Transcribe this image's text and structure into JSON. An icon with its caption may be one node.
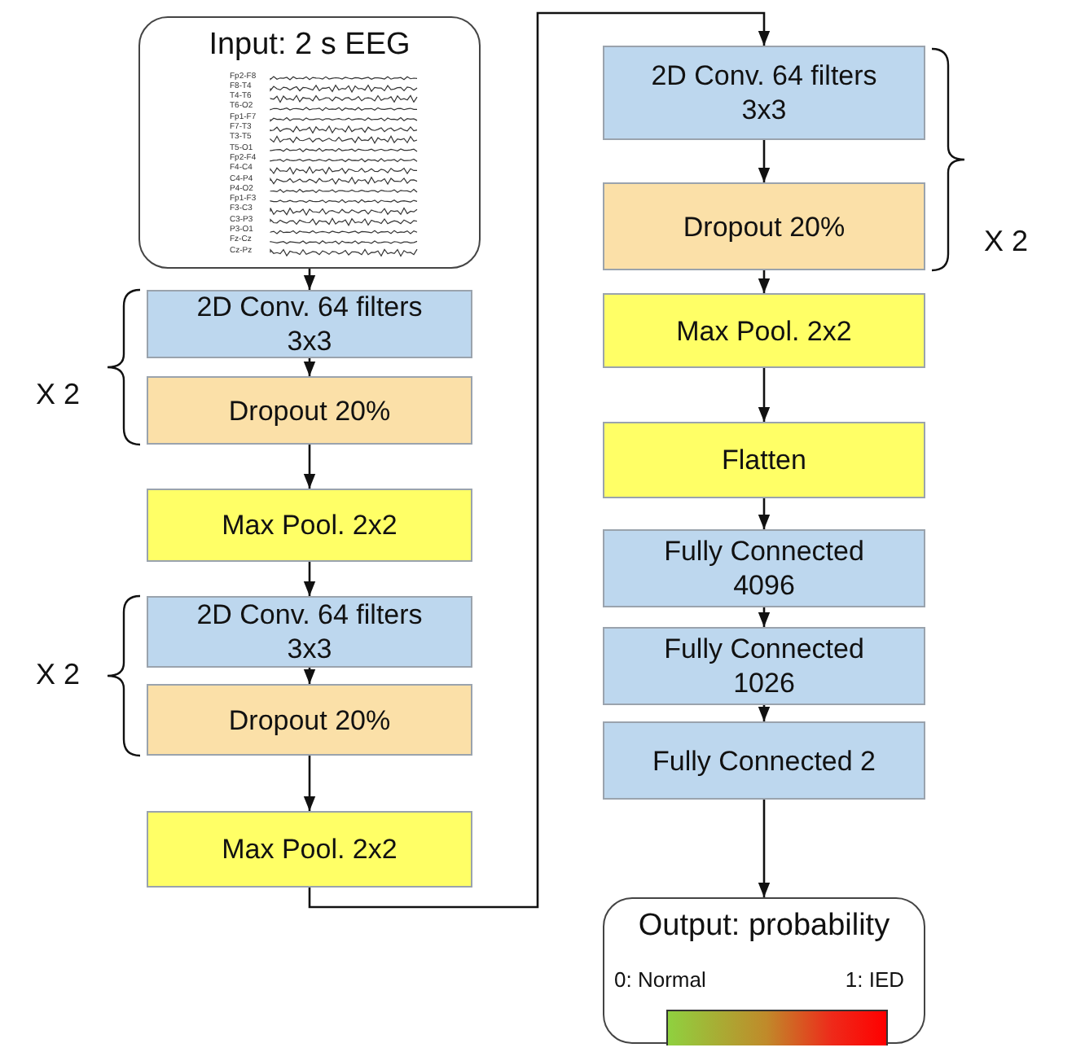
{
  "diagram": {
    "nodes": [
      {
        "text": [
          "Input: 2 s EEG"
        ]
      },
      {
        "text": [
          "2D Conv. 64 filters 3x3"
        ]
      },
      {
        "text": [
          "Dropout 20%"
        ]
      },
      {
        "text": [
          "Max Pool. 2x2"
        ]
      },
      {
        "text": [
          "2D Conv. 64 filters 3x3"
        ]
      },
      {
        "text": [
          "Dropout 20%"
        ]
      },
      {
        "text": [
          "Max Pool. 2x2"
        ]
      },
      {
        "text": [
          "2D Conv. 64 filters 3x3"
        ]
      },
      {
        "text": [
          "Dropout 20%"
        ]
      },
      {
        "text": [
          "Max Pool. 2x2"
        ]
      },
      {
        "text": [
          "Flatten"
        ]
      },
      {
        "text": [
          "Fully Connected 4096"
        ]
      },
      {
        "text": [
          "Fully Connected 1026"
        ]
      },
      {
        "text": [
          "Fully Connected 2"
        ]
      },
      {
        "text": [
          "Output: probability",
          "0: Normal",
          "1: IED"
        ]
      },
      {
        "text": [],
        "shape": "bar",
        "in": 14
      }
    ],
    "edges": [
      {
        "from": 0,
        "to": 1,
        "arrow": "to"
      },
      {
        "from": 1,
        "to": 2,
        "arrow": "to"
      },
      {
        "from": 2,
        "to": 3,
        "arrow": "to"
      },
      {
        "from": 3,
        "to": 4,
        "arrow": "to"
      },
      {
        "from": 4,
        "to": 5,
        "arrow": "to"
      },
      {
        "from": 5,
        "to": 6,
        "arrow": "to"
      },
      {
        "from": 6,
        "to": 7,
        "arrow": "to"
      },
      {
        "from": 7,
        "to": 8,
        "arrow": "to"
      },
      {
        "from": 8,
        "to": 9,
        "arrow": "to"
      },
      {
        "from": 9,
        "to": 10,
        "arrow": "to"
      },
      {
        "from": 10,
        "to": 11,
        "arrow": "to"
      },
      {
        "from": 11,
        "to": 12,
        "arrow": "to"
      },
      {
        "from": 12,
        "to": 13,
        "arrow": "to"
      },
      {
        "from": 13,
        "to": 14,
        "arrow": "to"
      }
    ],
    "labels": [
      "Fp2-F8",
      "F8-T4",
      "T4-T6",
      "T6-O2",
      "Fp1-F7",
      "F7-T3",
      "T3-T5",
      "T5-O1",
      "Fp2-F4",
      "F4-C4",
      "C4-P4",
      "P4-O2",
      "Fp1-F3",
      "F3-C3",
      "C3-P3",
      "P3-O1",
      "Fz-Cz",
      "Cz-Pz",
      "X 2",
      "X 2",
      "X 2"
    ]
  }
}
